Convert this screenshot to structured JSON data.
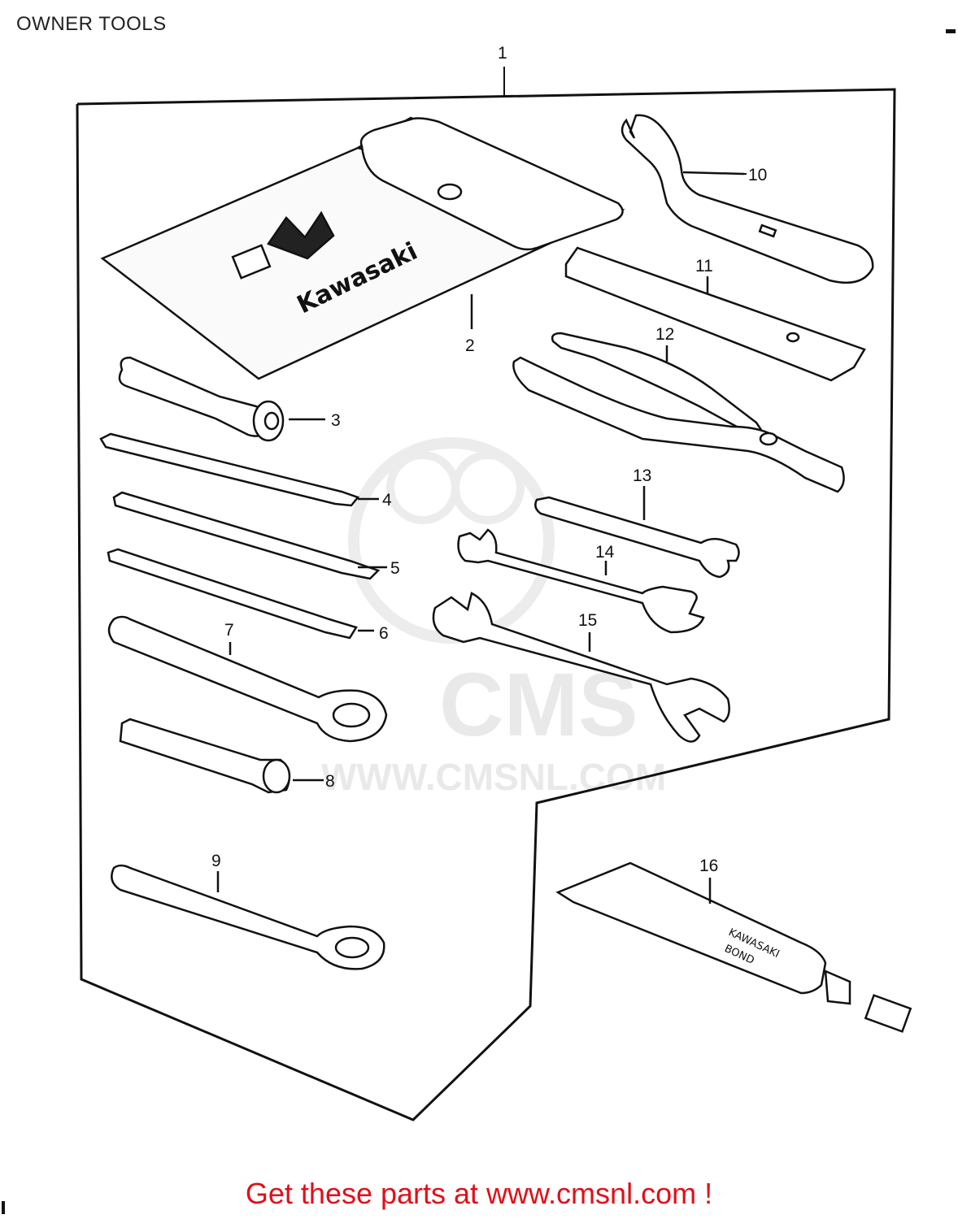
{
  "page": {
    "title": "OWNER TOOLS"
  },
  "diagram": {
    "callouts": [
      {
        "id": "1",
        "label": "1"
      },
      {
        "id": "2",
        "label": "2"
      },
      {
        "id": "3",
        "label": "3"
      },
      {
        "id": "4",
        "label": "4"
      },
      {
        "id": "5",
        "label": "5"
      },
      {
        "id": "6",
        "label": "6"
      },
      {
        "id": "7",
        "label": "7"
      },
      {
        "id": "8",
        "label": "8"
      },
      {
        "id": "9",
        "label": "9"
      },
      {
        "id": "10",
        "label": "10"
      },
      {
        "id": "11",
        "label": "11"
      },
      {
        "id": "12",
        "label": "12"
      },
      {
        "id": "13",
        "label": "13"
      },
      {
        "id": "14",
        "label": "14"
      },
      {
        "id": "15",
        "label": "15"
      },
      {
        "id": "16",
        "label": "16"
      }
    ],
    "bag_brand": "Kawasaki",
    "tube_label": [
      "KAWASAKI",
      "BOND"
    ]
  },
  "watermark": {
    "logo": "CMS",
    "url": "WWW.CMSNL.COM"
  },
  "footer": {
    "text": "Get these parts at www.cmsnl.com !"
  },
  "colors": {
    "footer": "#e0101a",
    "line": "#111111",
    "watermark": "#e9e9e9"
  }
}
